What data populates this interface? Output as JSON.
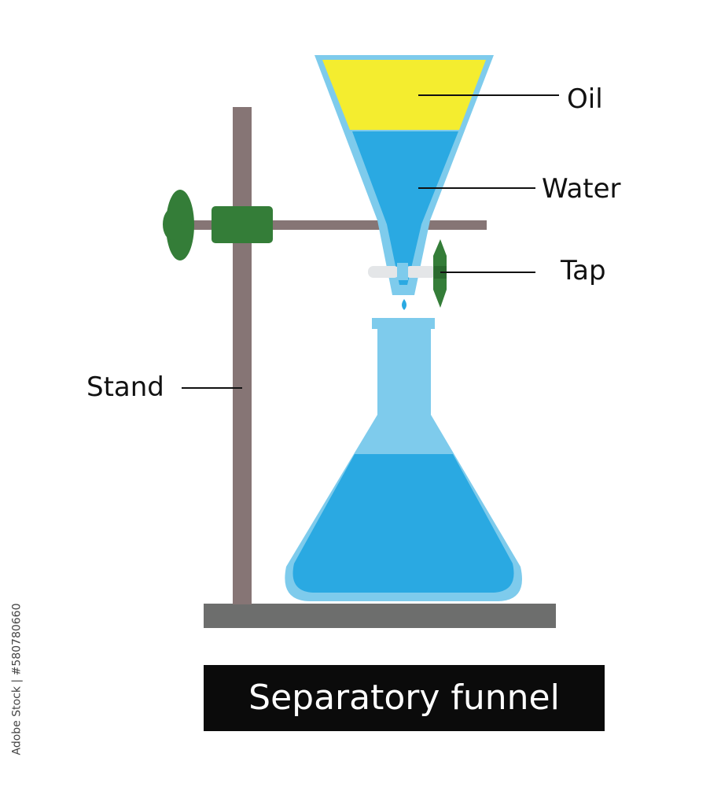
{
  "labels": {
    "oil": "Oil",
    "water": "Water",
    "tap": "Tap",
    "stand": "Stand"
  },
  "title": "Separatory funnel",
  "stock_id": "Adobe Stock | #580780660",
  "colors": {
    "oil": "#f4ed2f",
    "water": "#2aa9e2",
    "glass": "#7ecbec",
    "stand": "#867575",
    "base": "#6d6e6d",
    "clamp": "#347d38",
    "tap_handle": "#e4e6e8"
  }
}
